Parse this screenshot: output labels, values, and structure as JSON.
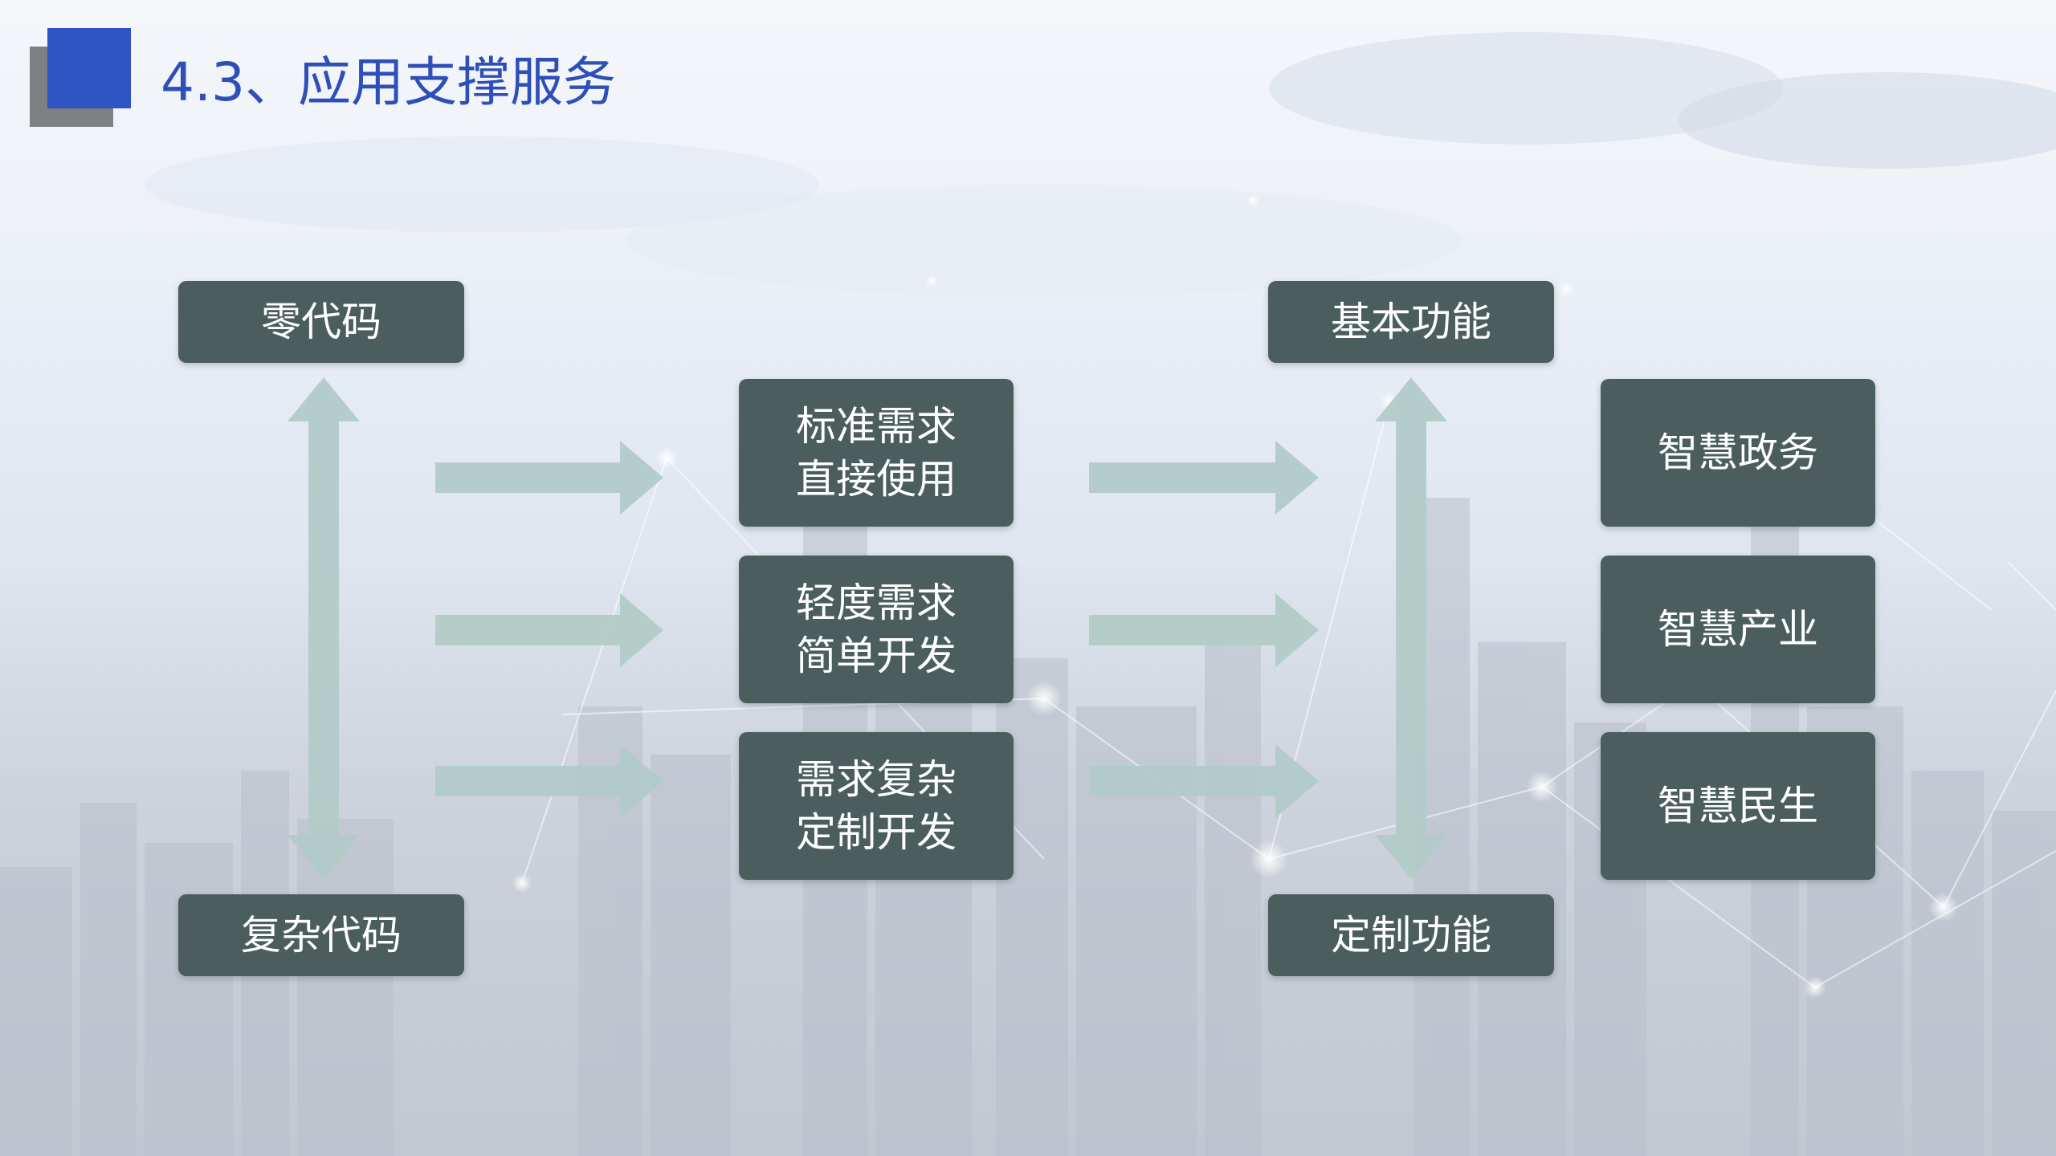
{
  "title": "4.3、应用支撑服务",
  "colors": {
    "accent": "#2f55c4",
    "box_fill": "#4b5d5d",
    "arrow_fill": "#b2cbc7",
    "title_text": "#2e4fb8"
  },
  "diagram": {
    "left_axis": {
      "top_label": "零代码",
      "bottom_label": "复杂代码"
    },
    "middle_boxes": [
      {
        "label": "标准需求\n直接使用"
      },
      {
        "label": "轻度需求\n简单开发"
      },
      {
        "label": "需求复杂\n定制开发"
      }
    ],
    "center_axis": {
      "top_label": "基本功能",
      "bottom_label": "定制功能"
    },
    "right_boxes": [
      {
        "label": "智慧政务"
      },
      {
        "label": "智慧产业"
      },
      {
        "label": "智慧民生"
      }
    ]
  }
}
